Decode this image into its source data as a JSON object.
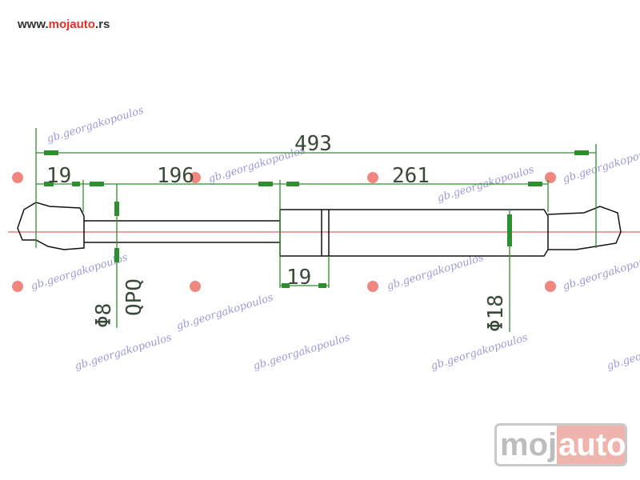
{
  "header": {
    "site_prefix": "www.",
    "site_brand": "mojauto",
    "site_suffix": ".rs"
  },
  "diagram": {
    "total_length": "493",
    "end_fitting_left": "19",
    "rod_length": "196",
    "body_length": "261",
    "collar_length": "19",
    "rod_diameter": "Φ8",
    "rod_finish": "QPQ",
    "body_diameter": "Φ18",
    "colors": {
      "dimension": "#2f8f2f",
      "outline": "#111111",
      "centerline": "#d04040",
      "watermark": "#7a78c8"
    }
  },
  "watermark": "gb.georgakopoulos",
  "logo": {
    "part1": "moj",
    "part2": "auto"
  }
}
